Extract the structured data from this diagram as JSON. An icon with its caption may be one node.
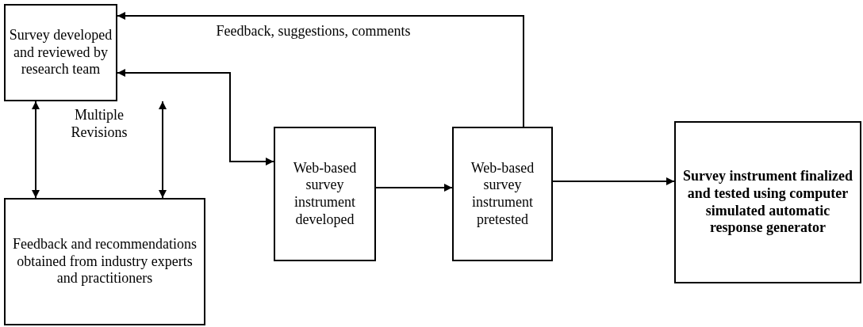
{
  "diagram": {
    "nodes": [
      {
        "text": [
          "Survey developed and reviewed by research team"
        ]
      },
      {
        "text": [
          "Feedback and recommendations obtained from industry experts and practitioners"
        ]
      },
      {
        "text": [
          "Web-based survey instrument developed"
        ]
      },
      {
        "text": [
          "Web-based survey instrument pretested"
        ]
      },
      {
        "text": [
          "Survey instrument finalized and tested using computer simulated automatic response generator"
        ]
      }
    ],
    "edges": [
      {
        "from": 0,
        "to": 1,
        "arrow": "both"
      },
      {
        "from": 0,
        "to": 1,
        "arrow": "both"
      },
      {
        "from": 2,
        "to": 0,
        "arrow": "both"
      },
      {
        "from": 2,
        "to": 3,
        "arrow": "to"
      },
      {
        "from": 3,
        "to": 0,
        "arrow": "to",
        "label": "Feedback, suggestions, comments"
      },
      {
        "from": 3,
        "to": 4,
        "arrow": "to"
      }
    ],
    "labels": [
      "Multiple Revisions"
    ]
  }
}
